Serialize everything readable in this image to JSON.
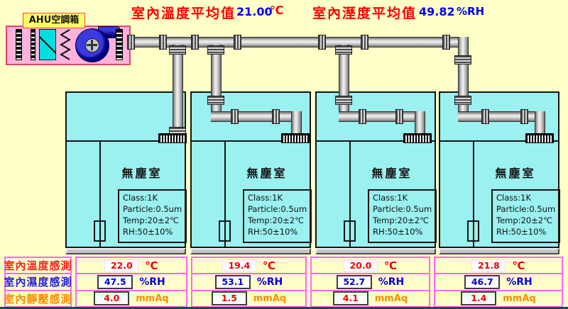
{
  "header": {
    "temp": {
      "label": "室內溫度平均值",
      "value": "21.00",
      "unit": "℃"
    },
    "humidity": {
      "label": "室內溼度平均值",
      "value": "49.82",
      "unit": "%RH"
    }
  },
  "ahu": {
    "label": "AHU空調箱"
  },
  "rooms": [
    {
      "name": "無塵室",
      "spec_class": "Class:1K",
      "spec_particle": "Particle:0.5um",
      "spec_temp": "Temp:20±2℃",
      "spec_rh": "RH:50±10%"
    },
    {
      "name": "無塵室",
      "spec_class": "Class:1K",
      "spec_particle": "Particle:0.5um",
      "spec_temp": "Temp:20±2℃",
      "spec_rh": "RH:50±10%"
    },
    {
      "name": "無塵室",
      "spec_class": "Class:1K",
      "spec_particle": "Particle:0.5um",
      "spec_temp": "Temp:20±2℃",
      "spec_rh": "RH:50±10%"
    },
    {
      "name": "無塵室",
      "spec_class": "Class:1K",
      "spec_particle": "Particle:0.5um",
      "spec_temp": "Temp:20±2℃",
      "spec_rh": "RH:50±10%"
    }
  ],
  "sensors": {
    "rows": [
      {
        "label": "室內溫度感測",
        "unit": "℃",
        "values": [
          "22.0",
          "19.4",
          "20.0",
          "21.8"
        ]
      },
      {
        "label": "室內濕度感測",
        "unit": "%RH",
        "values": [
          "47.5",
          "53.1",
          "52.7",
          "46.7"
        ]
      },
      {
        "label": "室內靜壓感測",
        "unit": "mmAq",
        "values": [
          "4.0",
          "1.5",
          "4.1",
          "1.4"
        ]
      }
    ]
  },
  "colors": {
    "background": "#FFFFC8",
    "room_cyan": "#9BF0F0",
    "table_magenta": "#FF66FF",
    "ahu_pink": "#FFB3DC",
    "label_red": "#FF0000",
    "value_blue": "#0000DD",
    "pressure_orange": "#FF8C00",
    "duct_gray": "#C8C8C8"
  }
}
